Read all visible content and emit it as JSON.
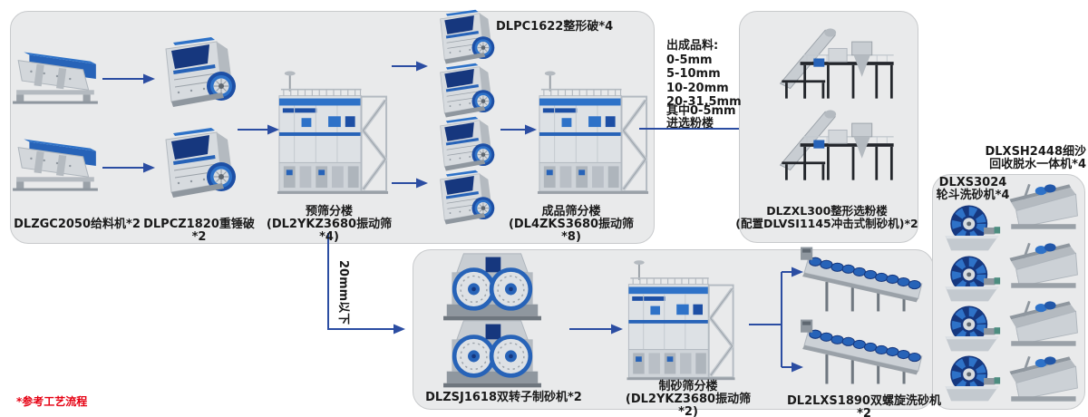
{
  "diagram": {
    "footnote": "*参考工艺流程",
    "branch_label": "20mm以下",
    "output_note": {
      "products": "出成品料:\n0-5mm\n5-10mm\n10-20mm\n20-31.5mm",
      "remark": "其中0-5mm\n进选粉楼"
    },
    "machines": {
      "feeder": "DLZGC2050给料机*2",
      "hammer_crusher": "DLPCZ1820重锤破*2",
      "pre_screen_tower": "预筛分楼\n(DL2YKZ3680振动筛*4)",
      "shaping_crusher": "DLPC1622整形破*4",
      "product_screen_tower": "成品筛分楼\n(DL4ZKS3680振动筛*8)",
      "powder_classifier_tower": "DLZXL300整形选粉楼\n(配置DLVSI1145冲击式制砂机)*2",
      "dual_rotor_sand_maker": "DLZSJ1618双转子制砂机*2",
      "sand_screen_tower": "制砂筛分楼\n(DL2YKZ3680振动筛*2)",
      "double_spiral_washer": "DL2LXS1890双螺旋洗砂机*2",
      "wheel_sand_washer": "DLXS3024\n轮斗洗砂机*4",
      "fine_sand_recycler": "DLXSH2448细沙\n回收脱水一体机*4"
    },
    "colors": {
      "flow_arrow_blue": "#2b4da2",
      "box_background": "#e9eaeb",
      "box_border": "#c8cacc",
      "label_text": "#1a1a1a",
      "footnote_red": "#e60012",
      "machine_blue": "#2e72c8",
      "machine_navy": "#16377e",
      "machine_silver": "#d7dbdf"
    }
  }
}
